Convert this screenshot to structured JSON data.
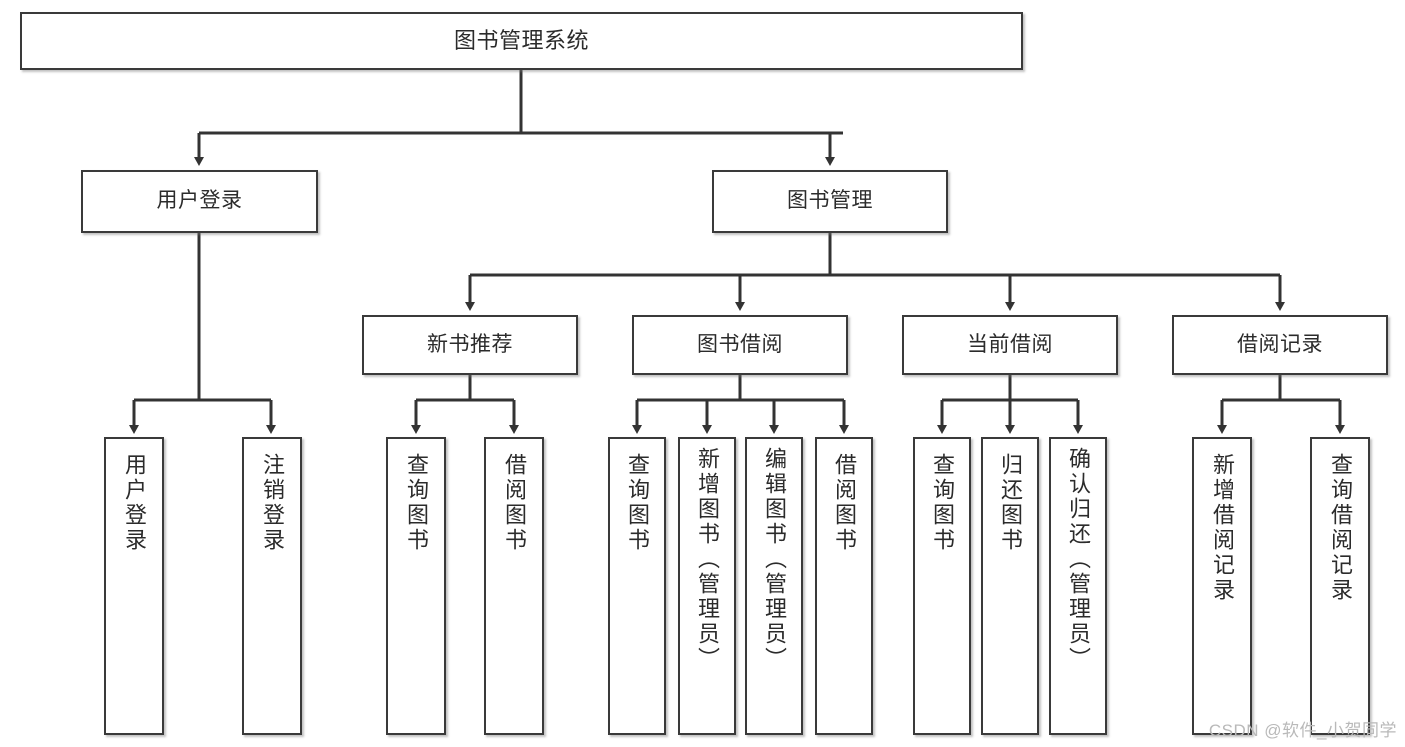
{
  "diagram": {
    "title": "图书管理系统",
    "type": "tree",
    "watermark": "CSDN @软件_小贺同学",
    "colors": {
      "box_border": "#3a3a3a",
      "box_fill": "#ffffff",
      "connector": "#333333",
      "text": "#2b2b2b",
      "watermark": "#b9b9b9"
    },
    "root": {
      "label": "图书管理系统"
    },
    "level2": [
      {
        "label": "用户登录"
      },
      {
        "label": "图书管理"
      }
    ],
    "level3": [
      {
        "label": "新书推荐"
      },
      {
        "label": "图书借阅"
      },
      {
        "label": "当前借阅"
      },
      {
        "label": "借阅记录"
      }
    ],
    "leaves": {
      "user_login": [
        {
          "label": "用户登录"
        },
        {
          "label": "注销登录"
        }
      ],
      "new_book_recommend": [
        {
          "label": "查询图书"
        },
        {
          "label": "借阅图书"
        }
      ],
      "book_borrow": [
        {
          "label": "查询图书"
        },
        {
          "label": "新增图书（管理员）"
        },
        {
          "label": "编辑图书（管理员）"
        },
        {
          "label": "借阅图书"
        }
      ],
      "current_borrow": [
        {
          "label": "查询图书"
        },
        {
          "label": "归还图书"
        },
        {
          "label": "确认归还（管理员）"
        }
      ],
      "borrow_record": [
        {
          "label": "新增借阅记录"
        },
        {
          "label": "查询借阅记录"
        }
      ]
    }
  }
}
